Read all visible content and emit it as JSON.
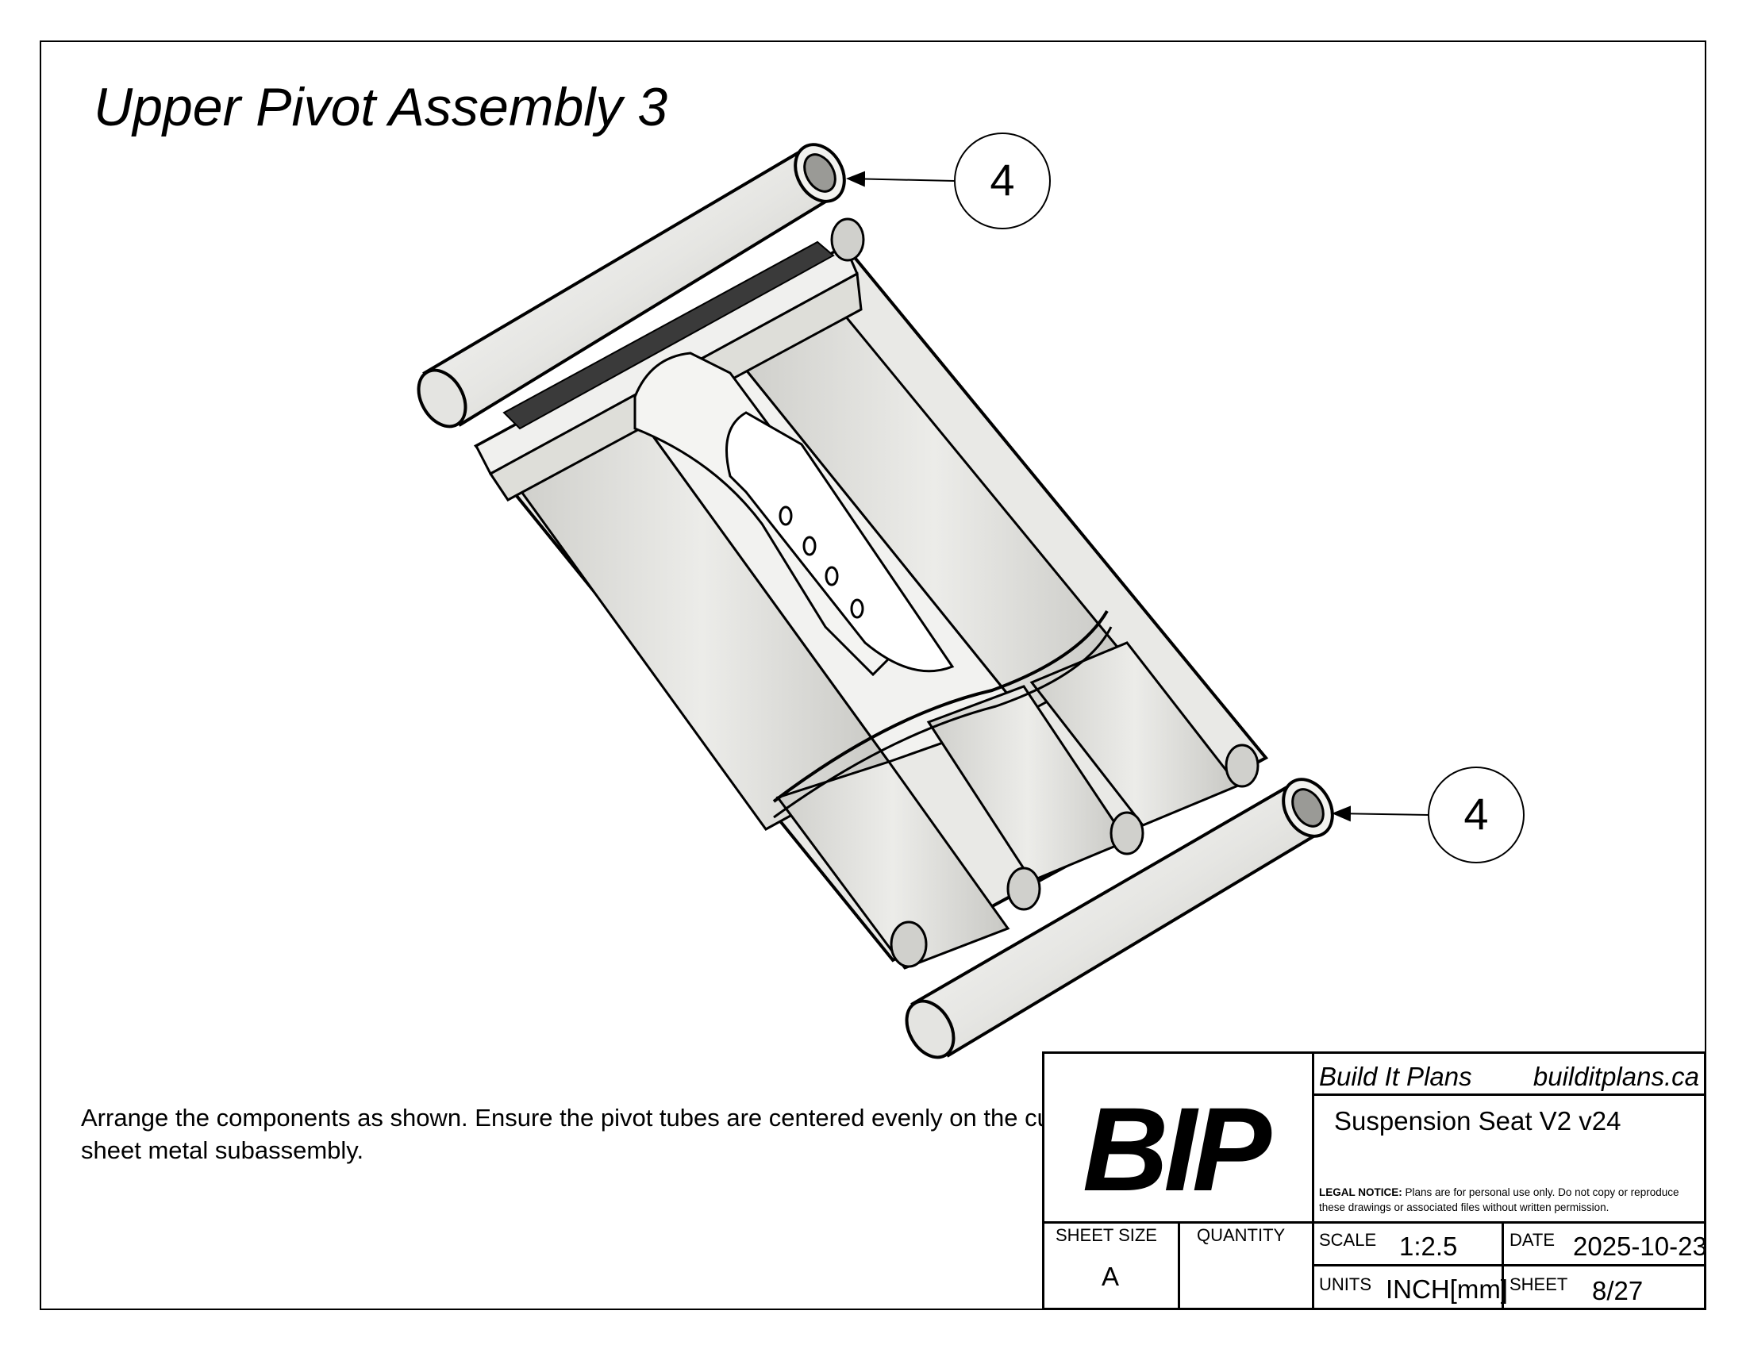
{
  "title": "Upper Pivot Assembly 3",
  "callouts": [
    {
      "label": "4"
    },
    {
      "label": "4"
    }
  ],
  "note": "Arrange the components as shown. Ensure the pivot tubes are centered evenly on the cut sheet metal subassembly.",
  "title_block": {
    "logo": "BIP",
    "company": "Build It Plans",
    "website": "builditplans.ca",
    "project": "Suspension Seat V2 v24",
    "legal_heading": "LEGAL NOTICE:",
    "legal_text": "Plans are for personal use only. Do not copy or reproduce these drawings or associated files without written permission.",
    "sheet_size_label": "SHEET SIZE",
    "sheet_size_value": "A",
    "quantity_label": "QUANTITY",
    "quantity_value": "",
    "scale_label": "SCALE",
    "scale_value": "1:2.5",
    "date_label": "DATE",
    "date_value": "2025-10-23",
    "units_label": "UNITS",
    "units_value": "INCH[mm]",
    "sheet_label": "SHEET",
    "sheet_value": "8/27"
  }
}
